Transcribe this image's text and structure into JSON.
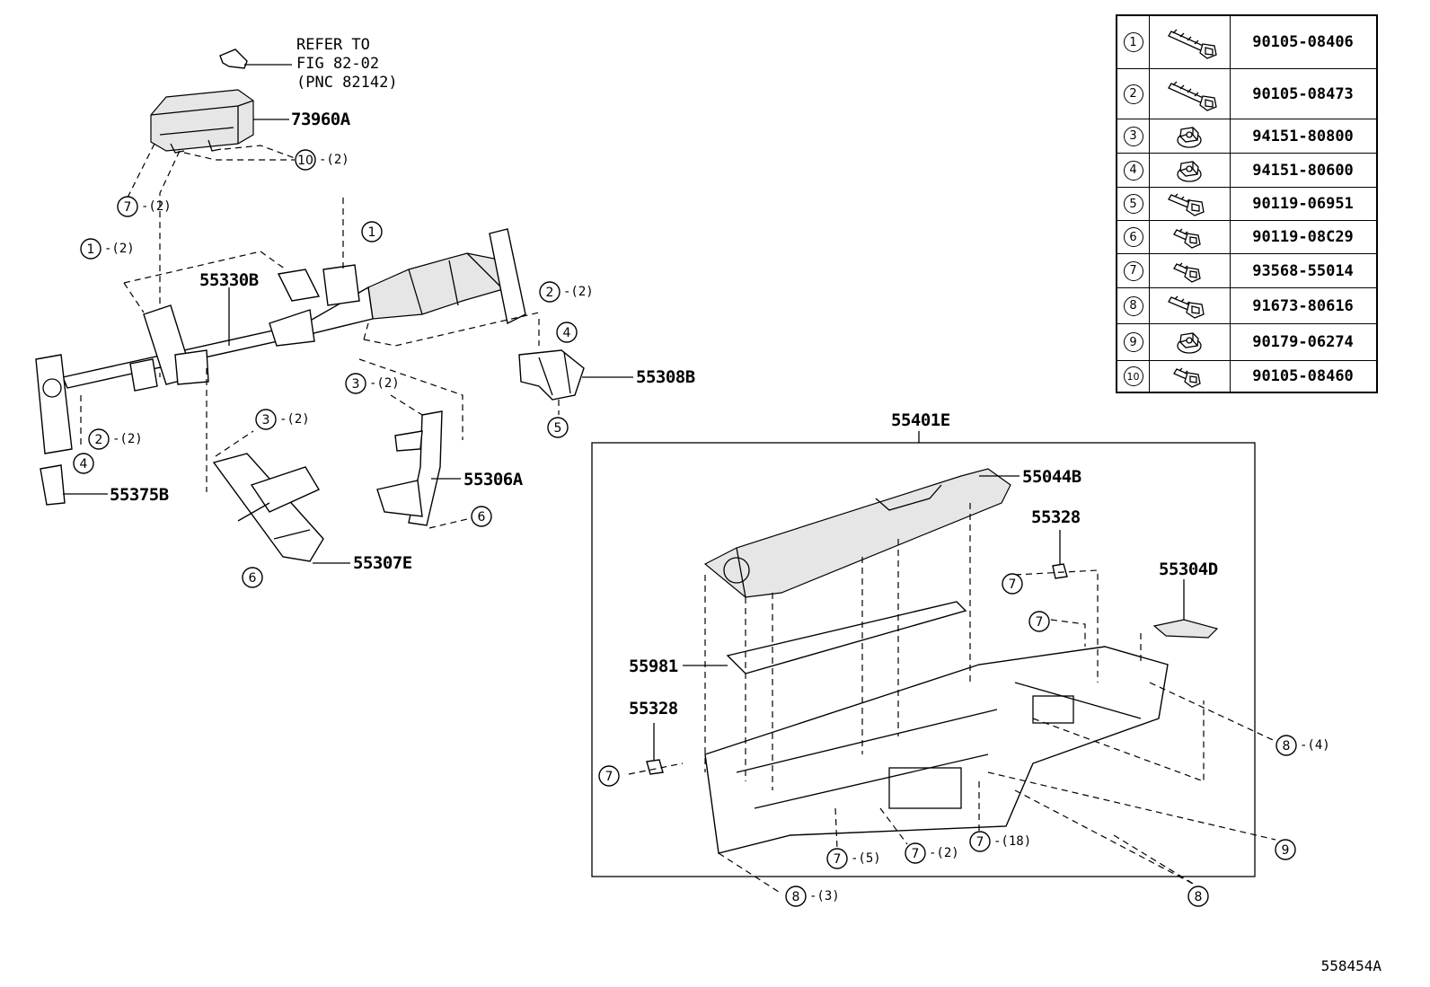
{
  "reference_note": [
    "REFER TO",
    "FIG 82-02",
    "(PNC 82142)"
  ],
  "part_labels": {
    "p73960A": "73960A",
    "p55330B": "55330B",
    "p55308B": "55308B",
    "p55375B": "55375B",
    "p55306A": "55306A",
    "p55307E": "55307E",
    "p55401E": "55401E",
    "p55044B": "55044B",
    "p55328a": "55328",
    "p55328b": "55328",
    "p55304D": "55304D",
    "p55981": "55981"
  },
  "callouts": {
    "c10": "10",
    "c10q": "-(2)",
    "c7a": "7",
    "c7aq": "-(2)",
    "c1a": "1",
    "c1b": "1",
    "c1bq": "-(2)",
    "c2a": "2",
    "c2aq": "-(2)",
    "c4a": "4",
    "c5": "5",
    "c3a": "3",
    "c3aq": "-(2)",
    "c3b": "3",
    "c3bq": "-(2)",
    "c2b": "2",
    "c2bq": "-(2)",
    "c4b": "4",
    "c6a": "6",
    "c6b": "6",
    "c7b": "7",
    "c7c": "7",
    "c7d": "7",
    "c8a": "8",
    "c8aq": "-(4)",
    "c9": "9",
    "c7e": "7",
    "c7eq": "-(5)",
    "c7f": "7",
    "c7fq": "-(2)",
    "c7g": "7",
    "c7gq": "-(18)",
    "c8b": "8",
    "c8bq": "-(3)",
    "c8c": "8"
  },
  "fastener_table": [
    {
      "key": "1",
      "part": "90105-08406",
      "icon": "long-bolt-icon"
    },
    {
      "key": "2",
      "part": "90105-08473",
      "icon": "long-bolt-icon"
    },
    {
      "key": "3",
      "part": "94151-80800",
      "icon": "flange-nut-icon"
    },
    {
      "key": "4",
      "part": "94151-80600",
      "icon": "flange-nut-icon"
    },
    {
      "key": "5",
      "part": "90119-06951",
      "icon": "bolt-icon"
    },
    {
      "key": "6",
      "part": "90119-08C29",
      "icon": "short-bolt-icon"
    },
    {
      "key": "7",
      "part": "93568-55014",
      "icon": "short-bolt-icon"
    },
    {
      "key": "8",
      "part": "91673-80616",
      "icon": "bolt-icon"
    },
    {
      "key": "9",
      "part": "90179-06274",
      "icon": "flange-nut-icon"
    },
    {
      "key": "10",
      "part": "90105-08460",
      "icon": "short-bolt-icon"
    }
  ],
  "illustration_code": "558454A"
}
